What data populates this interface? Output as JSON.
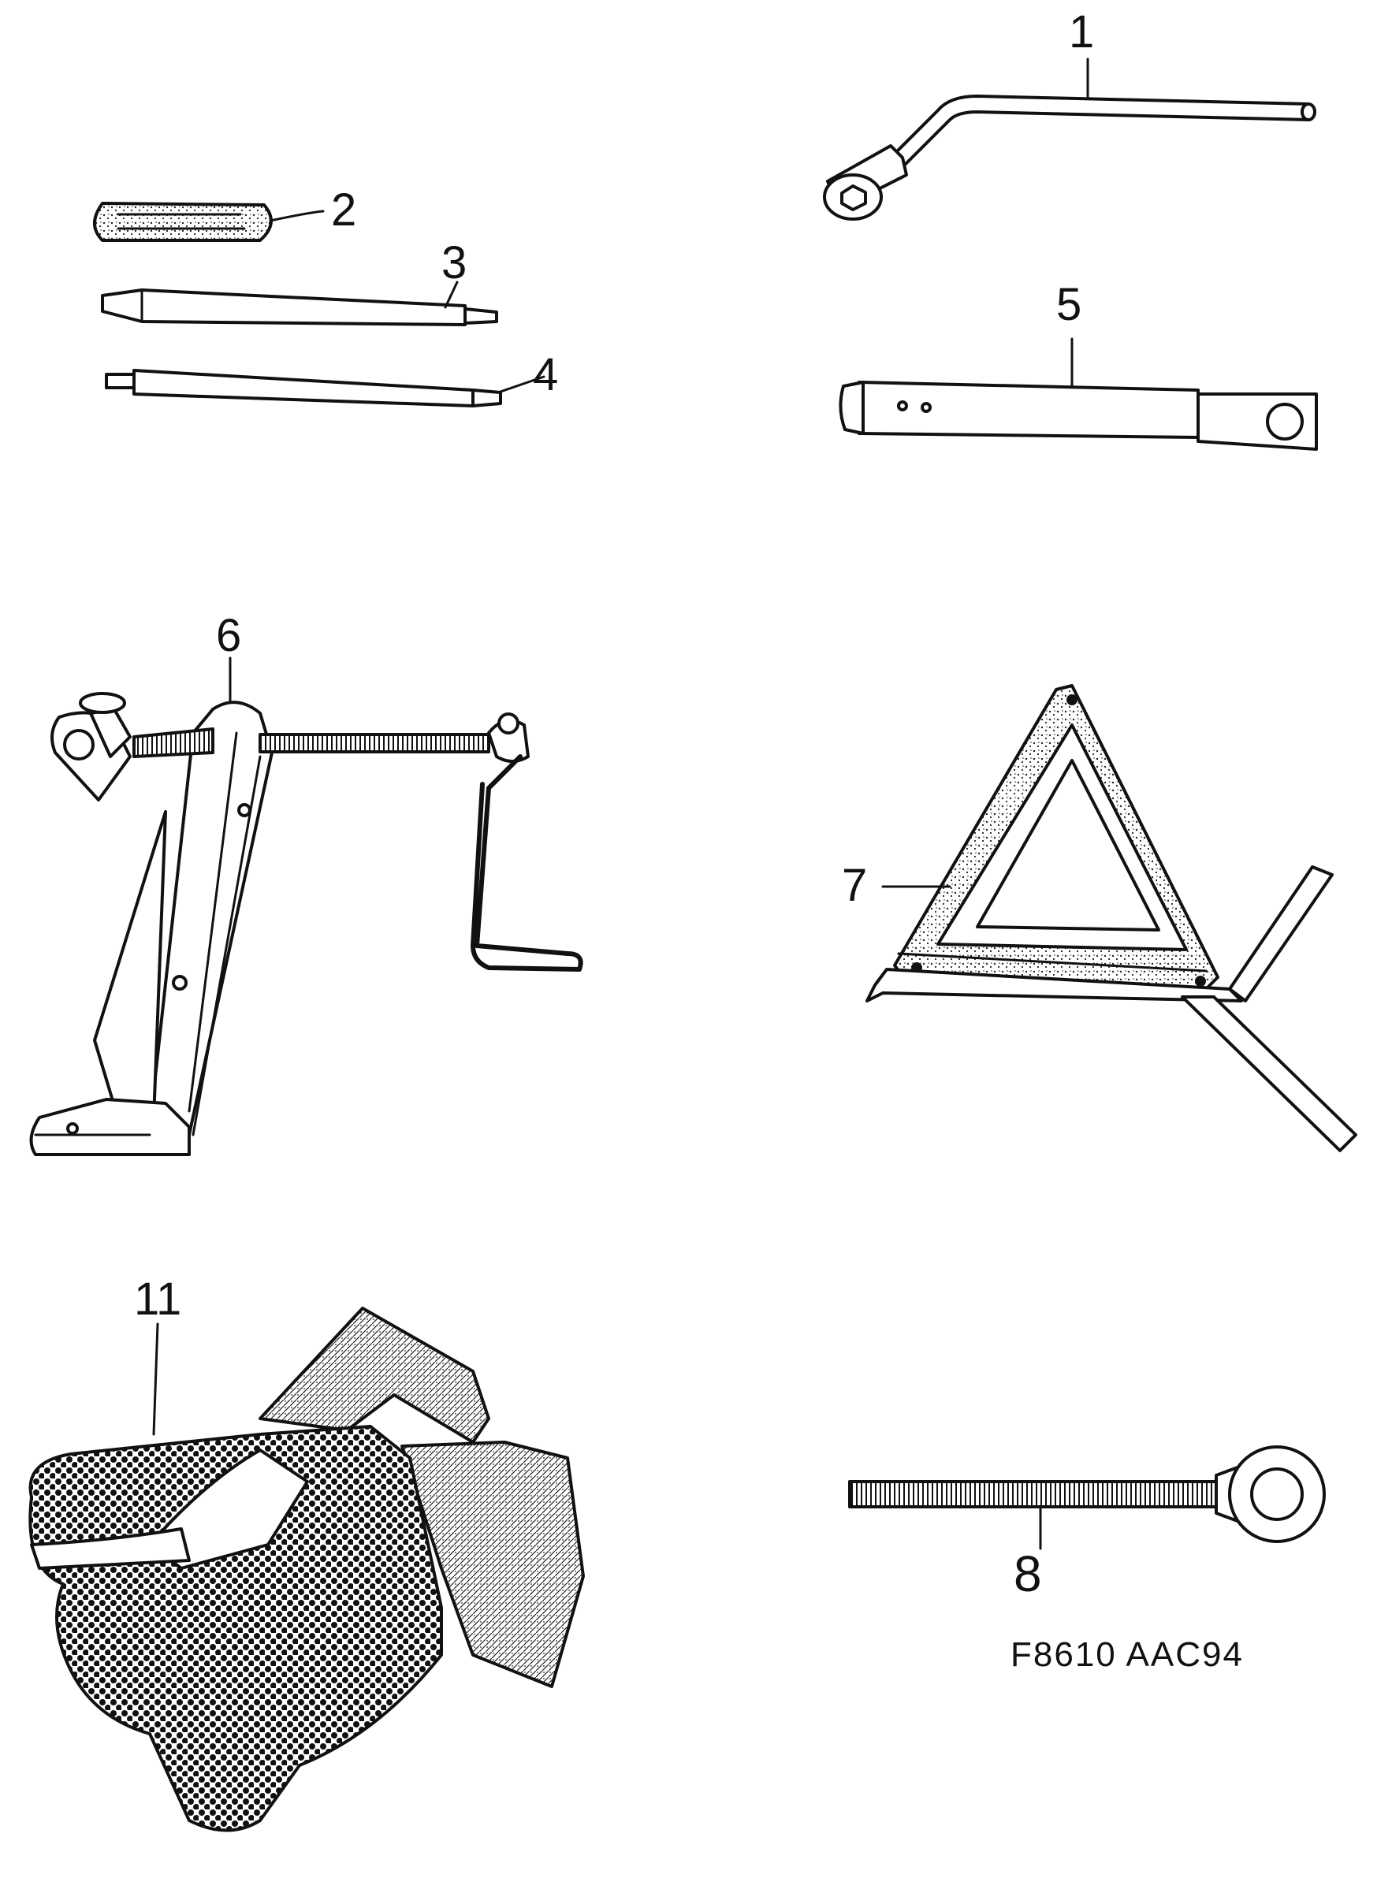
{
  "callouts": {
    "c1": "1",
    "c2": "2",
    "c3": "3",
    "c4": "4",
    "c5": "5",
    "c6": "6",
    "c7": "7",
    "c8": "8",
    "c11": "11"
  },
  "drawing_code": "F8610  AAC94",
  "icons": [
    "wheel-wrench",
    "screwdriver-handle",
    "screwdriver-bit",
    "extension-bit",
    "jack-handle",
    "scissor-jack",
    "warning-triangle",
    "tow-eye-bolt",
    "work-gloves"
  ],
  "colors": {
    "ink": "#111111",
    "paper": "#ffffff"
  }
}
